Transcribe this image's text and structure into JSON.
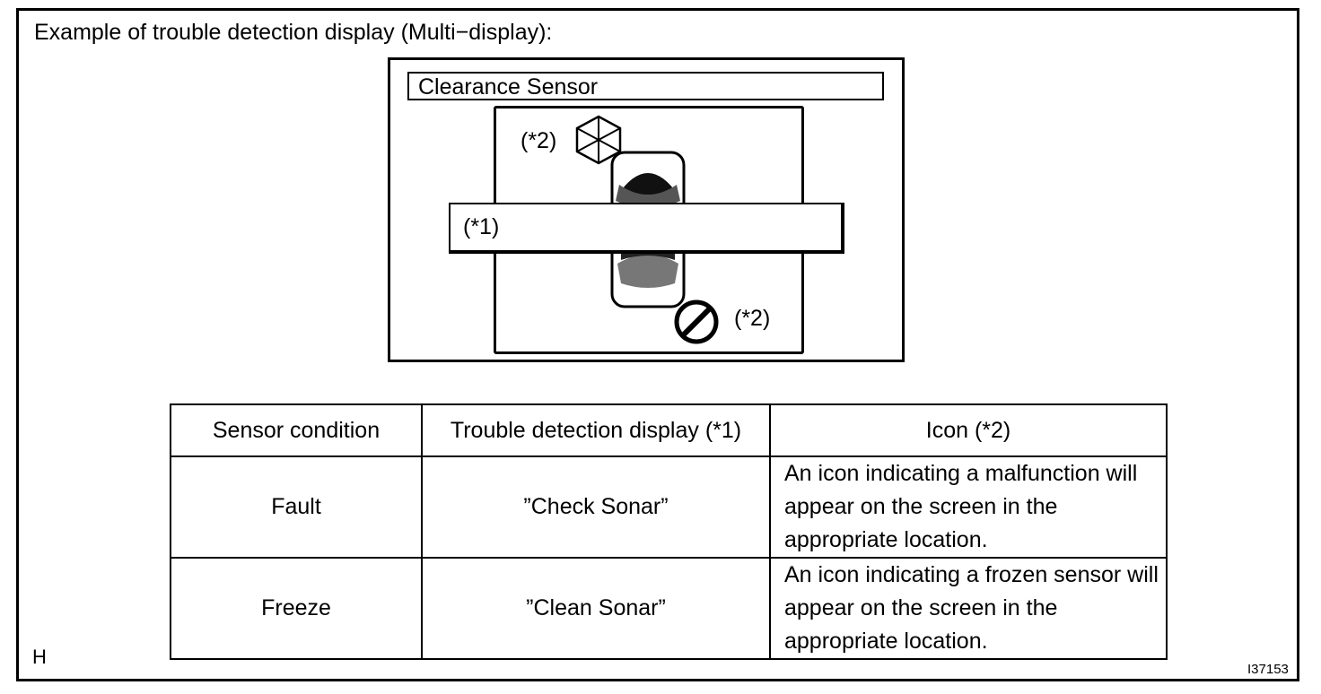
{
  "title": "Example of trouble detection display (Multi−display):",
  "display": {
    "header": "Clearance Sensor",
    "message_label": "(*1)",
    "icon_label_top": "(*2)",
    "icon_label_bottom": "(*2)"
  },
  "table": {
    "headers": [
      "Sensor condition",
      "Trouble detection display (*1)",
      "Icon (*2)"
    ],
    "rows": [
      [
        "Fault",
        "”Check Sonar”",
        "An icon indicating a malfunction will appear on the screen in the appropriate location."
      ],
      [
        "Freeze",
        "”Clean Sonar”",
        "An icon indicating a frozen sensor will appear on the screen in the appropriate location."
      ]
    ]
  },
  "corner_letter": "H",
  "figure_id": "I37153",
  "icons": [
    "freeze-icon",
    "malfunction-icon",
    "vehicle-icon"
  ]
}
